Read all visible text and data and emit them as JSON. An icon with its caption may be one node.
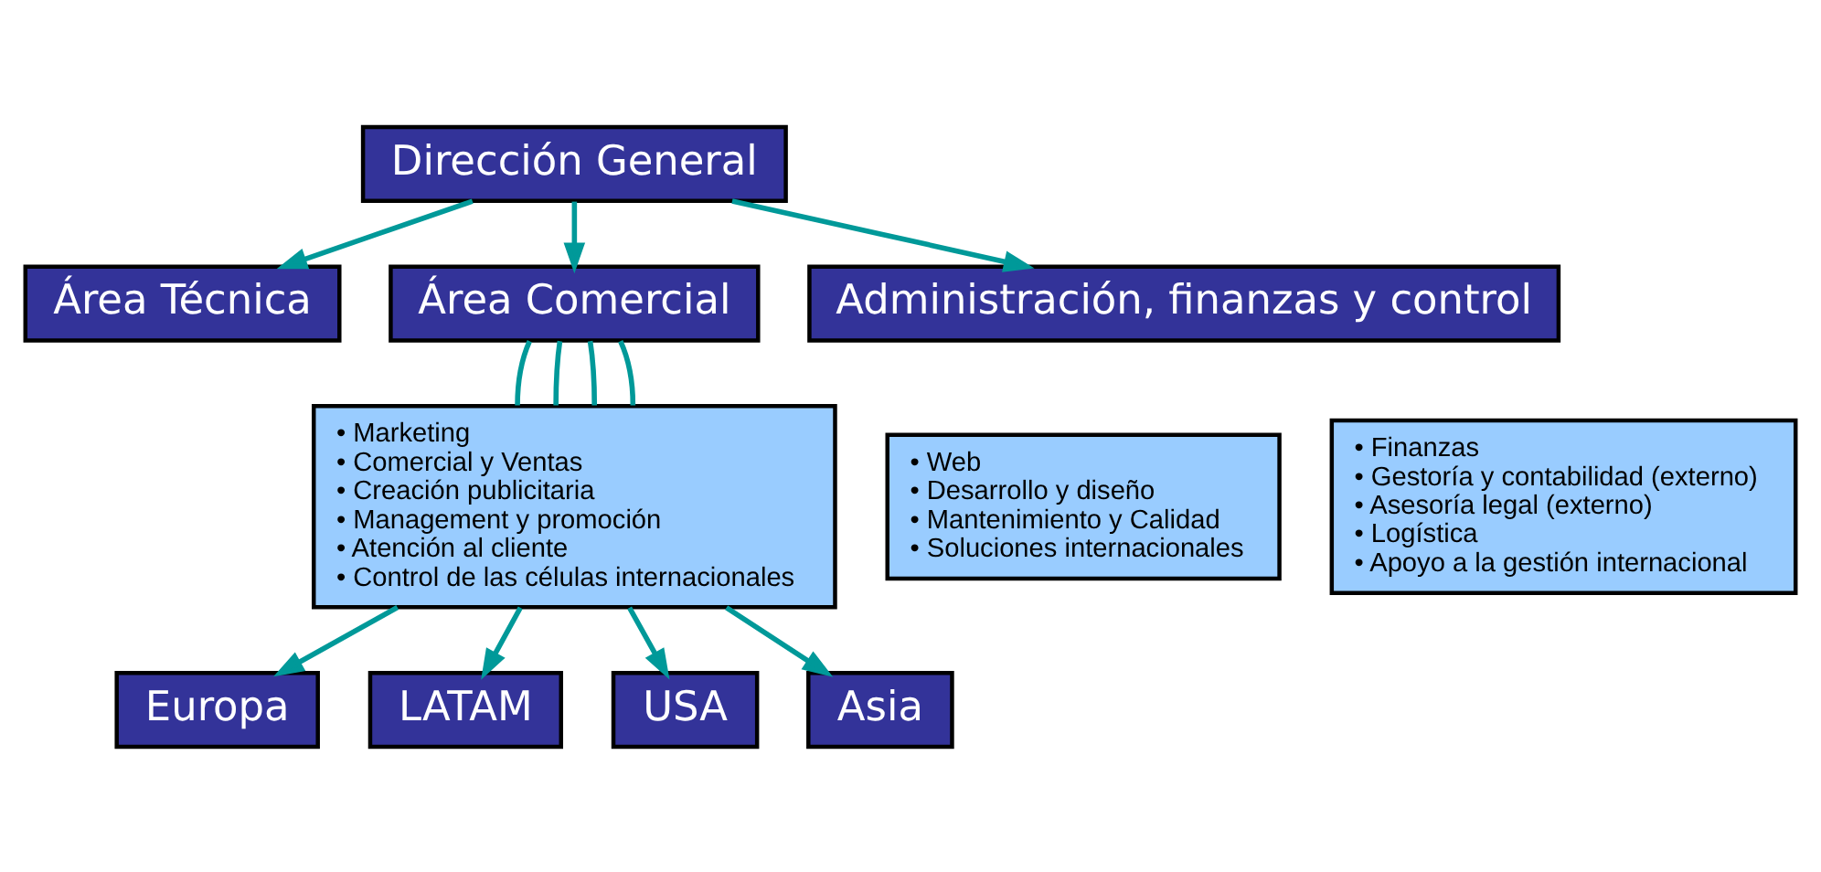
{
  "diagram": {
    "nodes": [
      {
        "text": [
          "Dirección General"
        ]
      },
      {
        "text": [
          "Área Técnica"
        ]
      },
      {
        "text": [
          "Área Comercial"
        ]
      },
      {
        "text": [
          "Administración, finanzas y control"
        ]
      },
      {
        "text": [
          "• Web",
          "• Desarrollo y diseño",
          "• Mantenimiento y Calidad",
          "• Soluciones internacionales"
        ]
      },
      {
        "text": [
          "• Marketing",
          "• Comercial y Ventas",
          "• Creación publicitaria",
          "• Management y promoción",
          "• Atención al cliente",
          "• Control de las células internacionales"
        ]
      },
      {
        "text": [
          "• Finanzas",
          "• Gestoría y contabilidad (externo)",
          "• Asesoría legal (externo)",
          "• Logística",
          "• Apoyo a la gestión internacional"
        ]
      },
      {
        "text": [
          "Europa"
        ]
      },
      {
        "text": [
          "LATAM"
        ]
      },
      {
        "text": [
          "USA"
        ]
      },
      {
        "text": [
          "Asia"
        ]
      }
    ],
    "edges": [
      {
        "from": 0,
        "to": 1,
        "arrow": "to"
      },
      {
        "from": 0,
        "to": 2,
        "arrow": "to"
      },
      {
        "from": 0,
        "to": 3,
        "arrow": "to"
      },
      {
        "from": 2,
        "to": 5,
        "arrow": "none"
      },
      {
        "from": 2,
        "to": 5,
        "arrow": "none"
      },
      {
        "from": 2,
        "to": 5,
        "arrow": "none"
      },
      {
        "from": 2,
        "to": 5,
        "arrow": "none"
      },
      {
        "from": 5,
        "to": 7,
        "arrow": "to"
      },
      {
        "from": 5,
        "to": 8,
        "arrow": "to"
      },
      {
        "from": 5,
        "to": 9,
        "arrow": "to"
      },
      {
        "from": 5,
        "to": 10,
        "arrow": "to"
      }
    ]
  }
}
